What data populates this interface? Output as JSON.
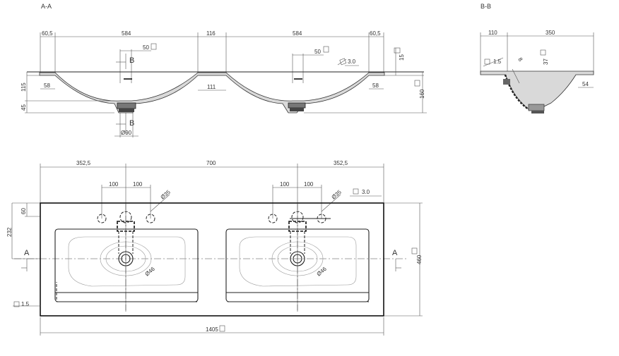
{
  "sections": {
    "aa_title": "A-A",
    "bb_title": "B-B",
    "cut_a_left": "A",
    "cut_a_right": "A",
    "cut_b_top": "B",
    "cut_b_bottom": "B"
  },
  "section_aa": {
    "d_edge_left": "60,5",
    "d_basin_left": "584",
    "d_middle": "116",
    "d_basin_right": "584",
    "d_edge_right": "60,5",
    "d_tap_left": "50",
    "d_tap_right": "50",
    "d_slope": "3.0",
    "d_deck": "15",
    "d_depth": "115",
    "d_drain": "45",
    "d_rim_left": "58",
    "d_gap": "111",
    "d_rim_right": "58",
    "d_height": "160",
    "d_outlet": "Ø90"
  },
  "section_bb": {
    "d_back": "110",
    "d_width": "350",
    "d_thick": "1.5",
    "d_8": "8",
    "d_37": "37",
    "d_54": "54"
  },
  "plan": {
    "d_left": "352,5",
    "d_center": "700",
    "d_right": "352,5",
    "d_100_a": "100",
    "d_100_b": "100",
    "d_100_c": "100",
    "d_100_d": "100",
    "d_hole_left": "Ø35",
    "d_hole_right": "Ø35",
    "d_slope": "3.0",
    "d_60": "60",
    "d_232": "232",
    "d_depth": "460",
    "d_drain_left": "Ø46",
    "d_drain_right": "Ø46",
    "d_edge": "1.5",
    "d_length": "1405"
  }
}
